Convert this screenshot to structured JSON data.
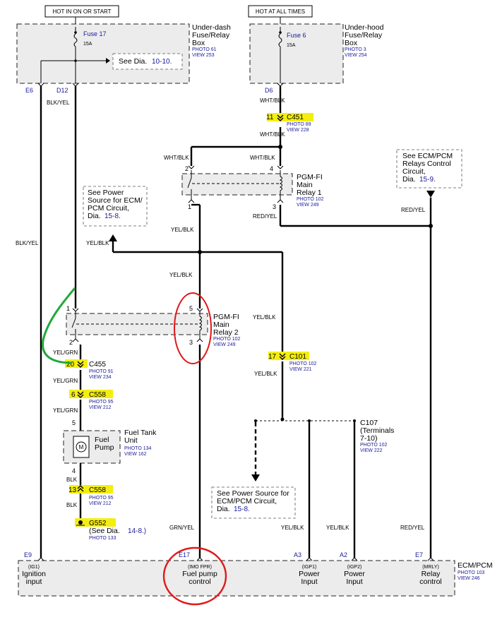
{
  "headers": {
    "left": "HOT IN ON OR START",
    "right": "HOT AT ALL TIMES"
  },
  "underdash_box": {
    "title": [
      "Under-dash",
      "Fuse/Relay",
      "Box"
    ],
    "photo": "PHOTO 61",
    "view": "VIEW 253",
    "fuse": "Fuse 17",
    "amps": "15A",
    "see_prefix": "See Dia.",
    "see_ref": "10-10."
  },
  "underhood_box": {
    "title": [
      "Under-hood",
      "Fuse/Relay",
      "Box"
    ],
    "photo": "PHOTO 3",
    "view": "VIEW 254",
    "fuse": "Fuse 6",
    "amps": "15A"
  },
  "terminals": {
    "e6": "E6",
    "d12": "D12",
    "d6": "D6",
    "e9": "E9",
    "e17": "E17",
    "a3": "A3",
    "a2": "A2",
    "e7": "E7"
  },
  "wires": {
    "blk_yel": "BLK/YEL",
    "wht_blk": "WHT/BLK",
    "yel_blk": "YEL/BLK",
    "red_yel": "RED/YEL",
    "yel_grn": "YEL/GRN",
    "blk": "BLK",
    "grn_yel": "GRN/YEL"
  },
  "c451": {
    "pin": "11",
    "name": "C451",
    "photo": "PHOTO 89",
    "view": "VIEW 228"
  },
  "relay1": {
    "name": [
      "PGM-FI",
      "Main",
      "Relay 1"
    ],
    "photo": "PHOTO 102",
    "view": "VIEW 249",
    "pins": {
      "p1": "1",
      "p2": "2",
      "p3": "3",
      "p4": "4"
    }
  },
  "relay2": {
    "name": [
      "PGM-FI",
      "Main",
      "Relay 2"
    ],
    "photo": "PHOTO 102",
    "view": "VIEW 249",
    "pins": {
      "p1": "1",
      "p2": "2",
      "p3": "3",
      "p5": "5"
    }
  },
  "note_ecm_relays": {
    "text": [
      "See ECM/PCM",
      "Relays Control",
      "Circuit,"
    ],
    "prefix": "Dia.",
    "ref": "15-9."
  },
  "note_power1": {
    "text": [
      "See Power",
      "Source for ECM/",
      "PCM Circuit,"
    ],
    "prefix": "Dia.",
    "ref": "15-8."
  },
  "note_power2": {
    "text": [
      "See Power Source for",
      "ECM/PCM Circuit,"
    ],
    "prefix": "Dia.",
    "ref": "15-8."
  },
  "c101": {
    "pin": "17",
    "name": "C101",
    "photo": "PHOTO 102",
    "view": "VIEW 221"
  },
  "c455": {
    "pin": "20",
    "name": "C455",
    "photo": "PHOTO 91",
    "view": "VIEW 234"
  },
  "c558_top": {
    "pin": "6",
    "name": "C558",
    "photo": "PHOTO 95",
    "view": "VIEW 212"
  },
  "c558_bottom": {
    "pin": "13",
    "name": "C558",
    "photo": "PHOTO 95",
    "view": "VIEW 212"
  },
  "fuel_tank": {
    "name": [
      "Fuel",
      "Pump"
    ],
    "unit": [
      "Fuel Tank",
      "Unit"
    ],
    "photo": "PHOTO 134",
    "view": "VIEW 162",
    "pin_top": "5",
    "pin_bottom": "4",
    "motor": "M"
  },
  "g552": {
    "name": "G552",
    "see_prefix": "(See Dia.",
    "see_ref": "14-8.)",
    "photo": "PHOTO 133"
  },
  "c107": {
    "name": "C107",
    "terminals": [
      "(Terminals",
      "7-10)"
    ],
    "photo": "PHOTO 102",
    "view": "VIEW 222"
  },
  "ecm": {
    "title": "ECM/PCM",
    "photo": "PHOTO 103",
    "view": "VIEW 246",
    "inputs": [
      {
        "code": "(IG1)",
        "l1": "Ignition",
        "l2": "input"
      },
      {
        "code": "(IMO FPR)",
        "l1": "Fuel pump",
        "l2": "control"
      },
      {
        "code": "(IGP1)",
        "l1": "Power",
        "l2": "Input"
      },
      {
        "code": "(IGP2)",
        "l1": "Power",
        "l2": "Input"
      },
      {
        "code": "(MRLY)",
        "l1": "Relay",
        "l2": "control"
      }
    ]
  },
  "annotations": {
    "highlight_color": "#f3ee10",
    "circle_color": "#e01818",
    "green_mark_color": "#22a83a"
  }
}
